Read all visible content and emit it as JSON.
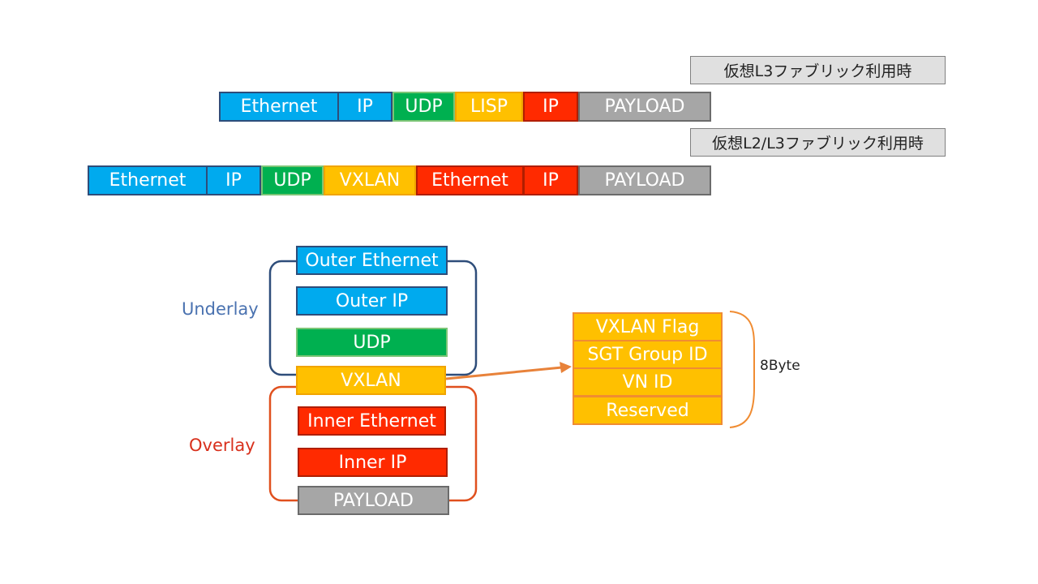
{
  "l3": {
    "label": "仮想L3ファブリック利用時",
    "segments": [
      "Ethernet",
      "IP",
      "UDP",
      "LISP",
      "IP",
      "PAYLOAD"
    ]
  },
  "l2l3": {
    "label": "仮想L2/L3ファブリック利用時",
    "segments": [
      "Ethernet",
      "IP",
      "UDP",
      "VXLAN",
      "Ethernet",
      "IP",
      "PAYLOAD"
    ]
  },
  "stack": {
    "underlay_label": "Underlay",
    "overlay_label": "Overlay",
    "items": [
      "Outer Ethernet",
      "Outer IP",
      "UDP",
      "VXLAN",
      "Inner Ethernet",
      "Inner IP",
      "PAYLOAD"
    ]
  },
  "vxlan_header": {
    "fields": [
      "VXLAN Flag",
      "SGT Group ID",
      "VN ID",
      "Reserved"
    ],
    "size_label": "8Byte"
  },
  "colors": {
    "blue": "#00aaee",
    "green": "#00b050",
    "orange": "#ffc000",
    "red": "#ff2a00",
    "gray": "#a6a6a6",
    "underlay": "#2e4d7a",
    "overlay": "#e0501e",
    "arrow": "#e8823a"
  }
}
